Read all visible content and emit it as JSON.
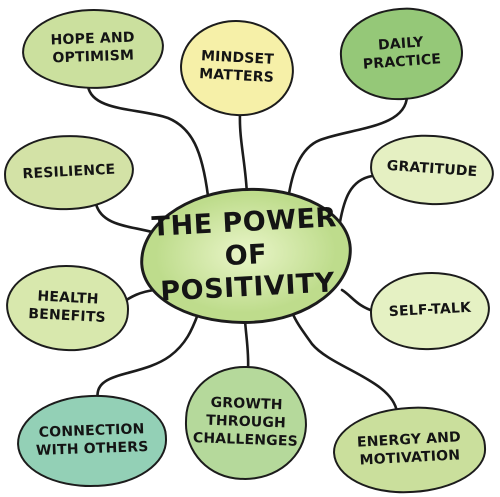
{
  "diagram": {
    "center": {
      "label": "THE POWER\nOF POSITIVITY",
      "fill": "#bedc8c",
      "highlight": "#e9f5c8"
    },
    "nodes": {
      "hope_and_optimism": {
        "label": "HOPE AND\nOPTIMISM",
        "fill": "#cbe09e"
      },
      "mindset_matters": {
        "label": "MINDSET\nMATTERS",
        "fill": "#f6f0a8"
      },
      "daily_practice": {
        "label": "DAILY\nPRACTICE",
        "fill": "#95c878"
      },
      "resilience": {
        "label": "RESILIENCE",
        "fill": "#d3e2a6"
      },
      "gratitude": {
        "label": "GRATITUDE",
        "fill": "#e5f0c2"
      },
      "health_benefits": {
        "label": "HEALTH\nBENEFITS",
        "fill": "#d8e8ad"
      },
      "self_talk": {
        "label": "SELF-TALK",
        "fill": "#e5f1c3"
      },
      "connection_with_others": {
        "label": "CONNECTION\nWITH OTHERS",
        "fill": "#93d0b6"
      },
      "growth_through_challenges": {
        "label": "GROWTH\nTHROUGH\nCHALLENGES",
        "fill": "#b5d99b"
      },
      "energy_and_motivation": {
        "label": "ENERGY AND\nMOTIVATION",
        "fill": "#cadf9c"
      }
    },
    "stroke_color": "#1c1c1c"
  }
}
